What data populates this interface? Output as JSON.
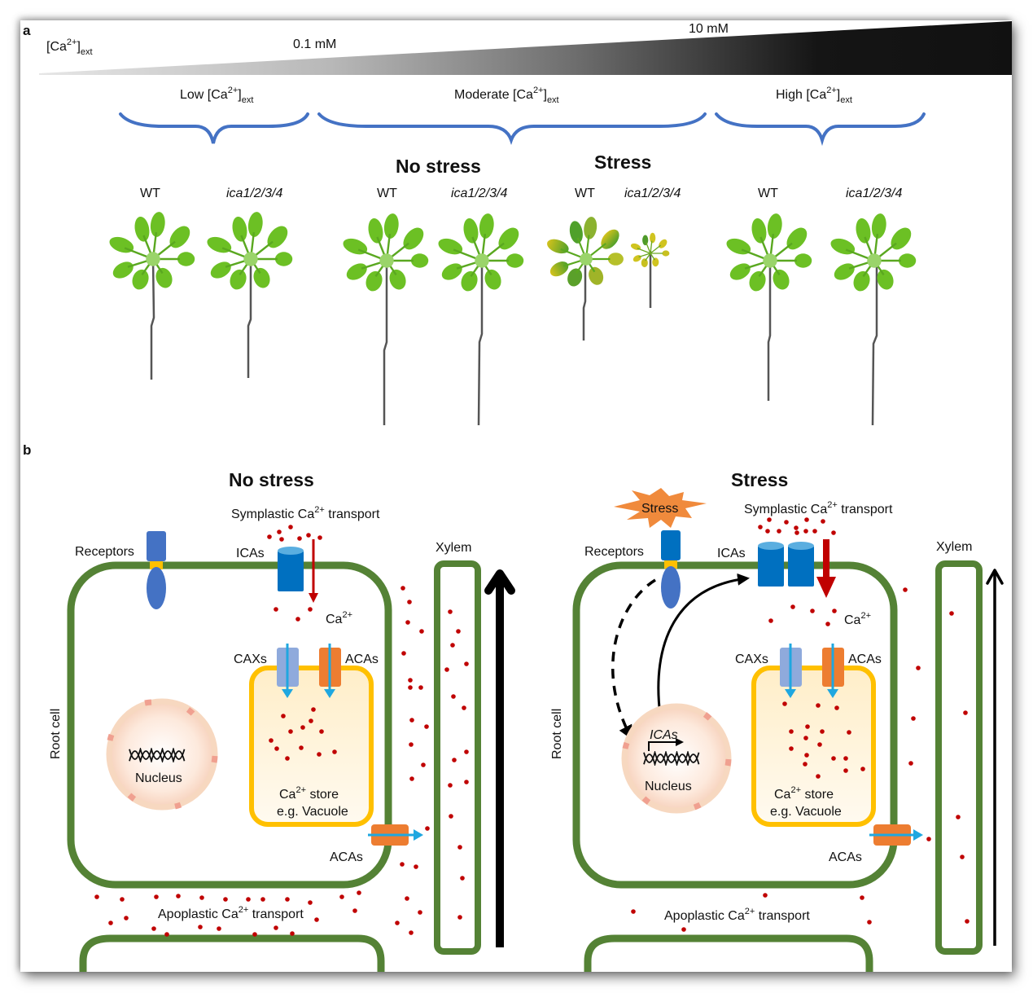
{
  "panel_a": {
    "label": "a",
    "gradient_label_base": "[Ca",
    "gradient_label_sup": "2+",
    "gradient_label_close": "]",
    "gradient_label_sub": "ext",
    "low_conc": "0.1 mM",
    "high_conc": "10 mM",
    "ranges": [
      {
        "prefix": "Low [Ca",
        "sup": "2+",
        "close": "]",
        "sub": "ext"
      },
      {
        "prefix": "Moderate [Ca",
        "sup": "2+",
        "close": "]",
        "sub": "ext"
      },
      {
        "prefix": "High [Ca",
        "sup": "2+",
        "close": "]",
        "sub": "ext"
      }
    ],
    "no_stress_heading": "No stress",
    "stress_heading": "Stress",
    "genotypes": [
      {
        "name": "WT",
        "group": "low",
        "health": "healthy"
      },
      {
        "name": "ica1/2/3/4",
        "group": "low",
        "health": "healthy"
      },
      {
        "name": "WT",
        "group": "moderate-no-stress",
        "health": "healthy"
      },
      {
        "name": "ica1/2/3/4",
        "group": "moderate-no-stress",
        "health": "healthy"
      },
      {
        "name": "WT",
        "group": "moderate-stress",
        "health": "chlorotic"
      },
      {
        "name": "ica1/2/3/4",
        "group": "moderate-stress",
        "health": "severely-chlorotic"
      },
      {
        "name": "WT",
        "group": "high",
        "health": "healthy"
      },
      {
        "name": "ica1/2/3/4",
        "group": "high",
        "health": "healthy"
      }
    ]
  },
  "panel_b": {
    "label": "b",
    "left": {
      "title": "No stress",
      "symplastic": {
        "prefix": "Symplastic Ca",
        "sup": "2+",
        "suffix": " transport"
      },
      "receptors": "Receptors",
      "icas": "ICAs",
      "ca": {
        "base": "Ca",
        "sup": "2+"
      },
      "caxs": "CAXs",
      "acas_vacuole": "ACAs",
      "root_cell": "Root cell",
      "nucleus": "Nucleus",
      "store_line1": {
        "base": "Ca",
        "sup": "2+",
        "suffix": " store"
      },
      "store_line2": "e.g. Vacuole",
      "acas_membrane": "ACAs",
      "xylem": "Xylem",
      "apoplastic": {
        "prefix": "Apoplastic Ca",
        "sup": "2+",
        "suffix": " transport"
      }
    },
    "right": {
      "title": "Stress",
      "stress_burst": "Stress",
      "symplastic": {
        "prefix": "Symplastic Ca",
        "sup": "2+",
        "suffix": " transport"
      },
      "receptors": "Receptors",
      "icas": "ICAs",
      "ca": {
        "base": "Ca",
        "sup": "2+"
      },
      "caxs": "CAXs",
      "acas_vacuole": "ACAs",
      "root_cell": "Root cell",
      "nucleus": "Nucleus",
      "gene": "ICAs",
      "store_line1": {
        "base": "Ca",
        "sup": "2+",
        "suffix": " store"
      },
      "store_line2": "e.g. Vacuole",
      "acas_membrane": "ACAs",
      "xylem": "Xylem",
      "apoplastic": {
        "prefix": "Apoplastic Ca",
        "sup": "2+",
        "suffix": " transport"
      }
    }
  },
  "colors": {
    "membrane": "#548235",
    "channel": "#0070c0",
    "receptor": "#4472c4",
    "receptor_joint": "#ffc000",
    "cax": "#8faadc",
    "aca": "#ed7d31",
    "pump_arrow": "#1fa7e0",
    "ca_ion": "#c00000",
    "influx_arrow": "#c00000",
    "vacuole_border": "#ffc000",
    "brace": "#4472c4",
    "leaf": "#66bb22",
    "stress_burst": "#f08a3c"
  }
}
